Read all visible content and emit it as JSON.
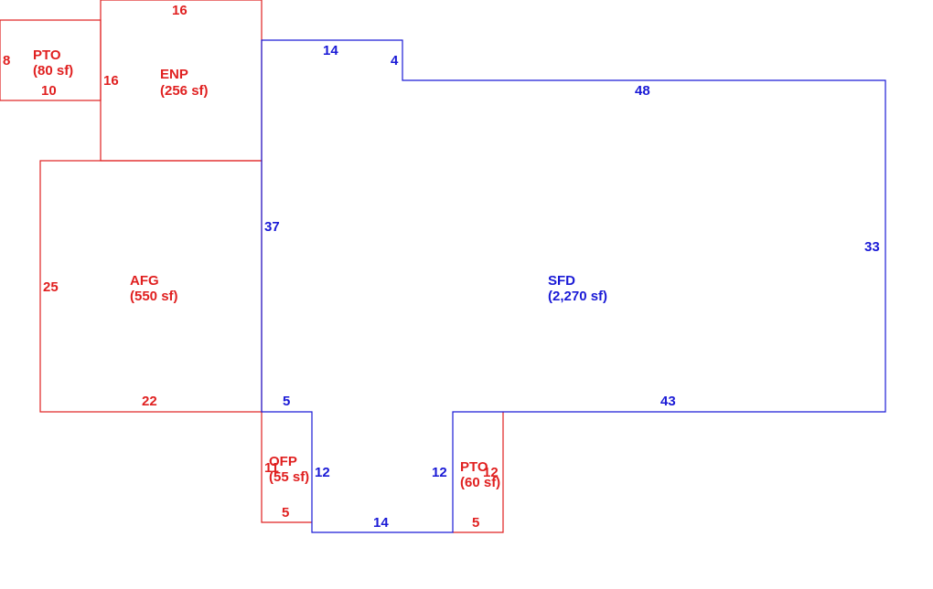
{
  "colors": {
    "red": "#e02020",
    "blue": "#1a1ad6",
    "background": "#ffffff"
  },
  "areas": {
    "pto_top": {
      "code": "PTO",
      "area": "(80 sf)",
      "dims": [
        "8",
        "10"
      ]
    },
    "enp": {
      "code": "ENP",
      "area": "(256 sf)",
      "dims": [
        "16",
        "16"
      ]
    },
    "afg": {
      "code": "AFG",
      "area": "(550 sf)",
      "dims": [
        "25",
        "22"
      ]
    },
    "sfd": {
      "code": "SFD",
      "area": "(2,270 sf)",
      "dims": [
        "14",
        "4",
        "48",
        "37",
        "33",
        "5",
        "43",
        "12",
        "14",
        "12"
      ]
    },
    "ofp": {
      "code": "OFP",
      "area": "(55 sf)",
      "dims": [
        "11",
        "5"
      ]
    },
    "pto_bottom": {
      "code": "PTO",
      "area": "(60 sf)",
      "dims": [
        "12",
        "5"
      ]
    }
  }
}
